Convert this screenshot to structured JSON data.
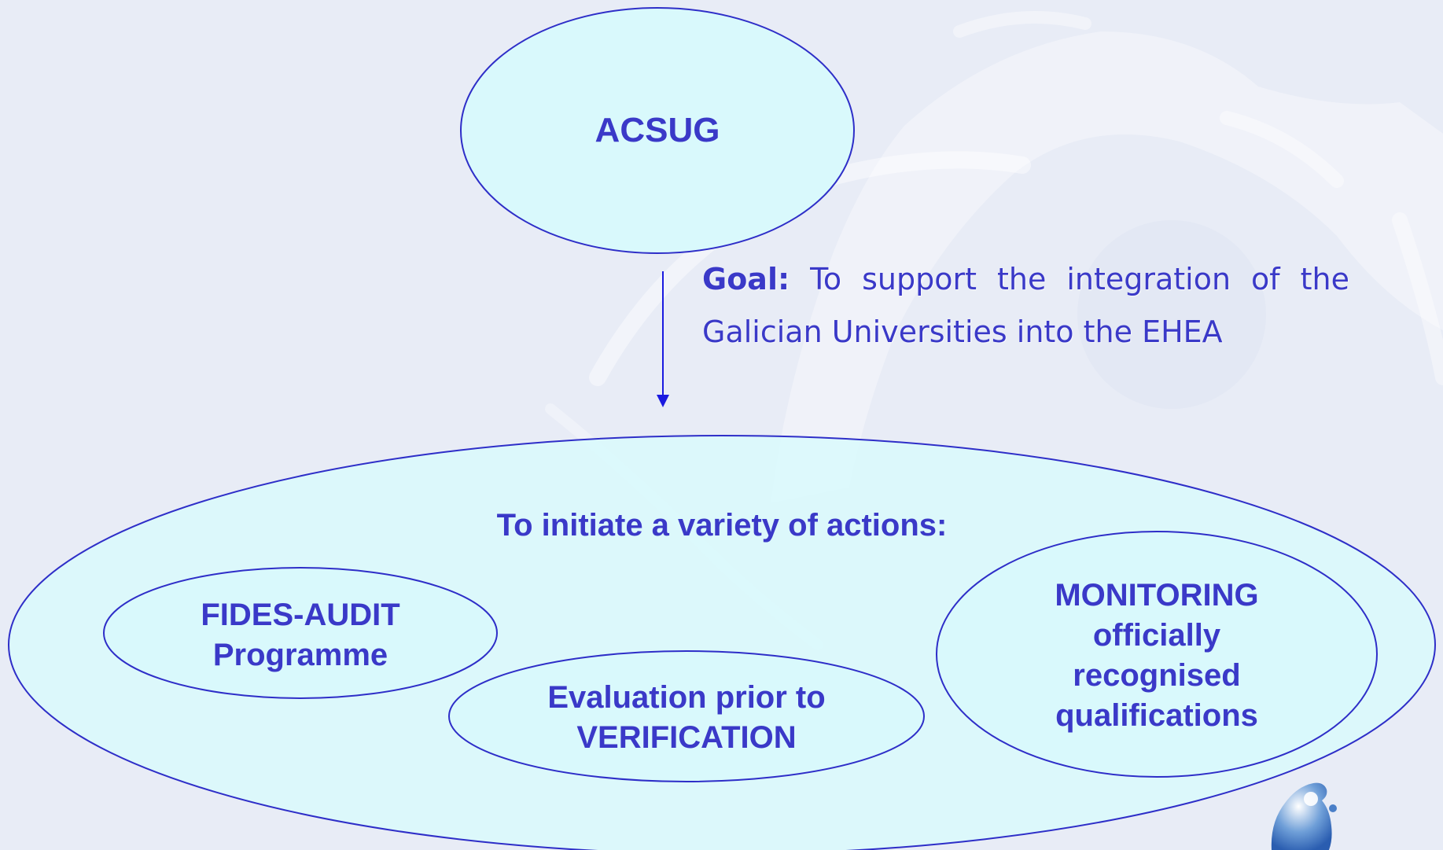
{
  "colors": {
    "background": "#e8ecf6",
    "ellipse_fill": "#d9f9fc",
    "ellipse_stroke": "#2e2ec8",
    "text": "#3a39c8",
    "arrow": "#1a1ae0"
  },
  "top_node": {
    "label": "ACSUG"
  },
  "goal": {
    "key": "Goal:",
    "text": "To support the integration of the Galician Universities into the EHEA"
  },
  "container": {
    "label": "To initiate a variety of actions:"
  },
  "actions": [
    {
      "lines": [
        "FIDES-AUDIT",
        "Programme"
      ]
    },
    {
      "lines": [
        "Evaluation prior to",
        "VERIFICATION"
      ]
    },
    {
      "lines": [
        "MONITORING",
        "officially",
        "recognised",
        "qualifications"
      ]
    }
  ],
  "icons": {
    "logo": "acsug-logo-icon"
  }
}
